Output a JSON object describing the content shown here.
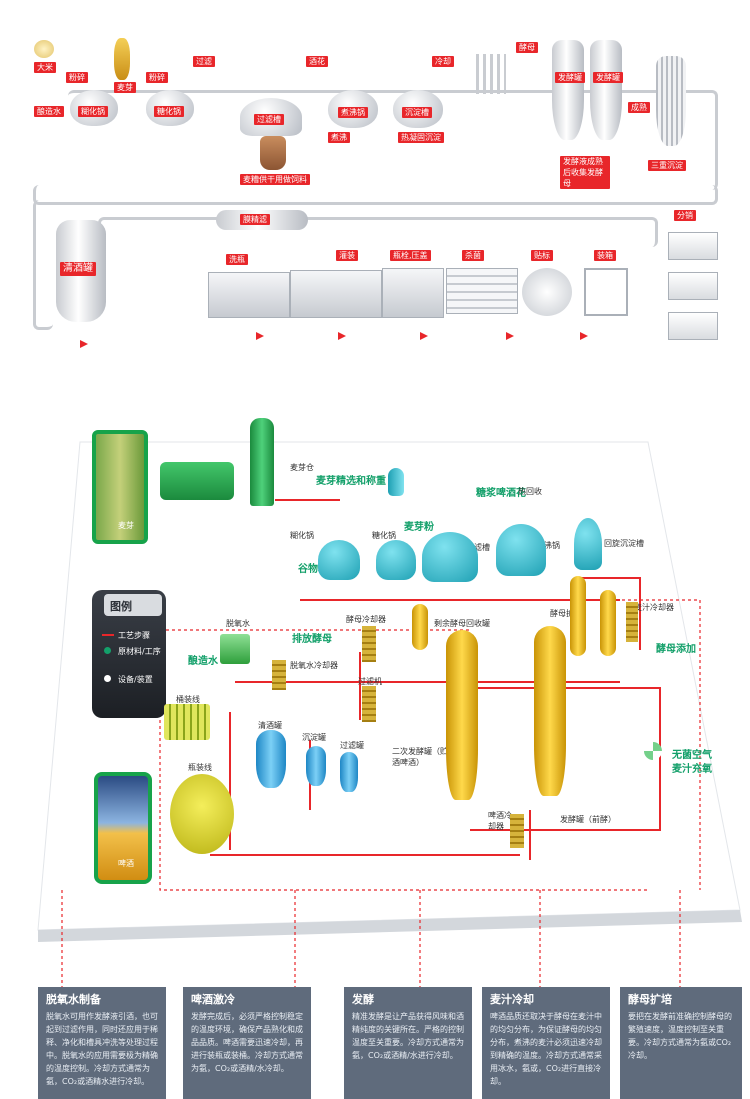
{
  "top_process": {
    "ingredients": {
      "rice": "大米",
      "malt": "麦芽",
      "brewing_water": "酿造水",
      "hops": "酒花",
      "yeast": "酵母"
    },
    "steps": {
      "grind1": "粉碎",
      "grind2": "粉碎",
      "filter": "过滤",
      "cooling": "冷却",
      "mature": "成熟",
      "boiling": "煮沸",
      "hot_trub": "热凝固沉淀"
    },
    "vessels": {
      "cereal_cooker": "糊化锅",
      "mash_tun": "糖化锅",
      "lauter_tun": "过滤槽",
      "wort_kettle": "煮沸锅",
      "whirlpool": "沉淀槽",
      "fermenter1": "发酵罐",
      "fermenter2": "发酵罐",
      "bright_tank": "清酒罐",
      "membrane_filter": "膜精滤"
    },
    "notes": {
      "spent_grain": "麦糟供干用做饲料",
      "yeast_recovery": "发酵液成熟后收集发酵母",
      "three_settle": "三重沉淀"
    },
    "packaging": {
      "filling": "洗瓶",
      "labeling": "灌装",
      "capping": "瓶栓,压盖",
      "pasteurize": "杀菌",
      "label": "贴标",
      "package": "装箱",
      "distribution": "分销"
    }
  },
  "bottom_process": {
    "legend": {
      "title": "图例",
      "items": [
        "工艺步骤",
        "原材料/工序",
        "设备/装置"
      ]
    },
    "photo_labels": {
      "malt": "麦芽",
      "beer": "啤酒"
    },
    "green_labels": {
      "malt_screen": "麦芽精选和称重",
      "malt_powder": "麦芽粉",
      "grain_powder": "谷物粉",
      "hops_add": "糖浆啤酒花",
      "yeast_drain": "排放酵母",
      "brewing_water": "酿造水",
      "yeast_add": "酵母添加",
      "sterile_air": "无菌空气",
      "wort_aerate": "麦汁充氧"
    },
    "small_labels": {
      "malt_silo": "麦芽仓",
      "mash_pot": "糊化锅",
      "mash_tun": "糖化锅",
      "lauter": "过滤槽",
      "kettle": "煮沸锅",
      "whirlpool": "回旋沉淀槽",
      "wort_cooler": "麦汁冷却器",
      "yeast_prop": "酵母扩培",
      "beer_cooler": "啤酒冷却器",
      "deoxy": "脱氧水",
      "deoxy_cooler": "脱氧水冷却器",
      "clear_tank": "清酒罐",
      "settle_tank": "沉淀罐",
      "filter_tank": "过滤罐",
      "kegging": "桶装线",
      "bottling": "瓶装线",
      "ccv": "二次发酵罐（贮酒啤酒）",
      "primary": "发酵罐（前酵）",
      "yeast_cooler": "酵母冷却器",
      "hot_recovery": "热回收",
      "filter_machine": "过滤机",
      "rest_yeast": "剩余酵母回收罐",
      "beer_cool": "啤酒冷却器"
    },
    "descriptions": [
      {
        "title": "脱氧水制备",
        "text": "脱氧水可用作发酵液引酒，也可起到过滤作用，同时还应用于稀释、净化和槽具冲洗等处理过程中。脱氧水的应用需要极为精确的温度控制。冷却方式通常为氨，CO₂或酒精水进行冷却。"
      },
      {
        "title": "啤酒激冷",
        "text": "发酵完成后，必须严格控制稳定的温度环境，确保产品熟化和成品品质。啤酒需要迅速冷却，再进行装瓶或装桶。冷却方式通常为氨，CO₂或酒精/水冷却。"
      },
      {
        "title": "发酵",
        "text": "精准发酵是让产品获得风味和酒精纯度的关键所在。严格的控制温度至关重要。冷却方式通常为氨，CO₂或酒精/水进行冷却。"
      },
      {
        "title": "麦汁冷却",
        "text": "啤酒品质还取决于酵母在麦汁中的均匀分布，为保证酵母的均匀分布，煮沸的麦汁必须迅速冷却到精确的温度。冷却方式通常采用冰水，氨或，CO₂进行直接冷却。"
      },
      {
        "title": "酵母扩培",
        "text": "要把在发酵前准确控制酵母的繁殖速度，温度控制至关重要。冷却方式通常为氨或CO₂冷却。"
      }
    ]
  },
  "colors": {
    "red": "#e8262a",
    "green": "#13a06a",
    "teal": "#3ab8c9",
    "yellow": "#f2c21b",
    "panel": "#5f6b7c"
  }
}
